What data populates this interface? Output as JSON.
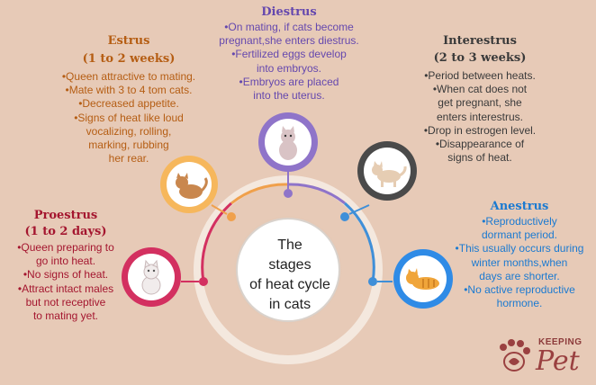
{
  "center": {
    "lines": [
      "The",
      "stages",
      "of heat cycle",
      "in cats"
    ]
  },
  "stages": {
    "estrus": {
      "title": [
        "Estrus",
        "(1 to 2 weeks)"
      ],
      "lines": [
        "•Queen attractive to mating.",
        "•Mate with 3 to 4 tom cats.",
        "•Decreased appetite.",
        "•Signs of heat like loud",
        "vocalizing, rolling,",
        "marking, rubbing",
        "her rear."
      ],
      "color": "#b55d13",
      "icon": "cat-playing-icon"
    },
    "diestrus": {
      "title": [
        "Diestrus"
      ],
      "lines": [
        "•On mating, if cats become",
        "pregnant,she enters diestrus.",
        "•Fertilized eggs develop",
        "into embryos.",
        "•Embryos are placed",
        "into the uterus."
      ],
      "color": "#6548ae",
      "icon": "cat-sitting-icon"
    },
    "interestrus": {
      "title": [
        "Interestrus",
        "(2 to 3 weeks)"
      ],
      "lines": [
        "•Period between heats.",
        "•When cat does not",
        "get pregnant, she",
        "enters interestrus.",
        "•Drop in estrogen level.",
        "•Disappearance of",
        "signs of heat."
      ],
      "color": "#3a3a3a",
      "icon": "cat-walking-icon"
    },
    "proestrus": {
      "title": [
        "Proestrus",
        "(1 to 2 days)"
      ],
      "lines": [
        "•Queen preparing to",
        "go into heat.",
        "•No signs of heat.",
        "•Attract intact males",
        "but not receptive",
        "to mating yet."
      ],
      "color": "#a4162f",
      "icon": "cat-white-icon"
    },
    "anestrus": {
      "title": [
        "Anestrus"
      ],
      "lines": [
        "•Reproductively",
        "dormant period.",
        "•This usually occurs during",
        "winter months,when",
        "days are shorter.",
        "•No active reproductive",
        "hormone."
      ],
      "color": "#1b7ad1",
      "icon": "cat-lying-icon"
    }
  },
  "brand": {
    "top": "KEEPING",
    "bottom": "Pet"
  }
}
